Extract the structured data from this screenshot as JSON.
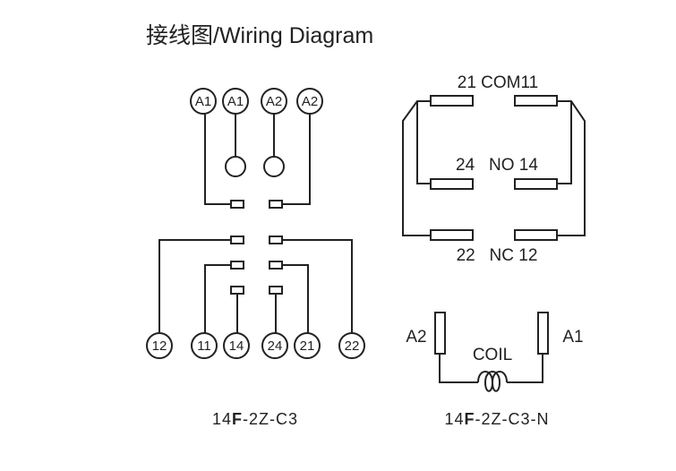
{
  "title": "接线图/Wiring Diagram",
  "left_diagram": {
    "top_terminals": [
      "A1",
      "A1",
      "A2",
      "A2"
    ],
    "bottom_terminals": [
      "12",
      "11",
      "14",
      "24",
      "21",
      "22"
    ],
    "model_prefix": "14",
    "model_bold": "F",
    "model_suffix": "-2Z-C3"
  },
  "right_diagram": {
    "com_label": "21 COM11",
    "no_label": "24   NO 14",
    "nc_label": "22   NC 12",
    "coil_label": "COIL",
    "coil_left": "A2",
    "coil_right": "A1",
    "model_prefix": "14",
    "model_bold": "F",
    "model_suffix": "-2Z-C3-N"
  }
}
